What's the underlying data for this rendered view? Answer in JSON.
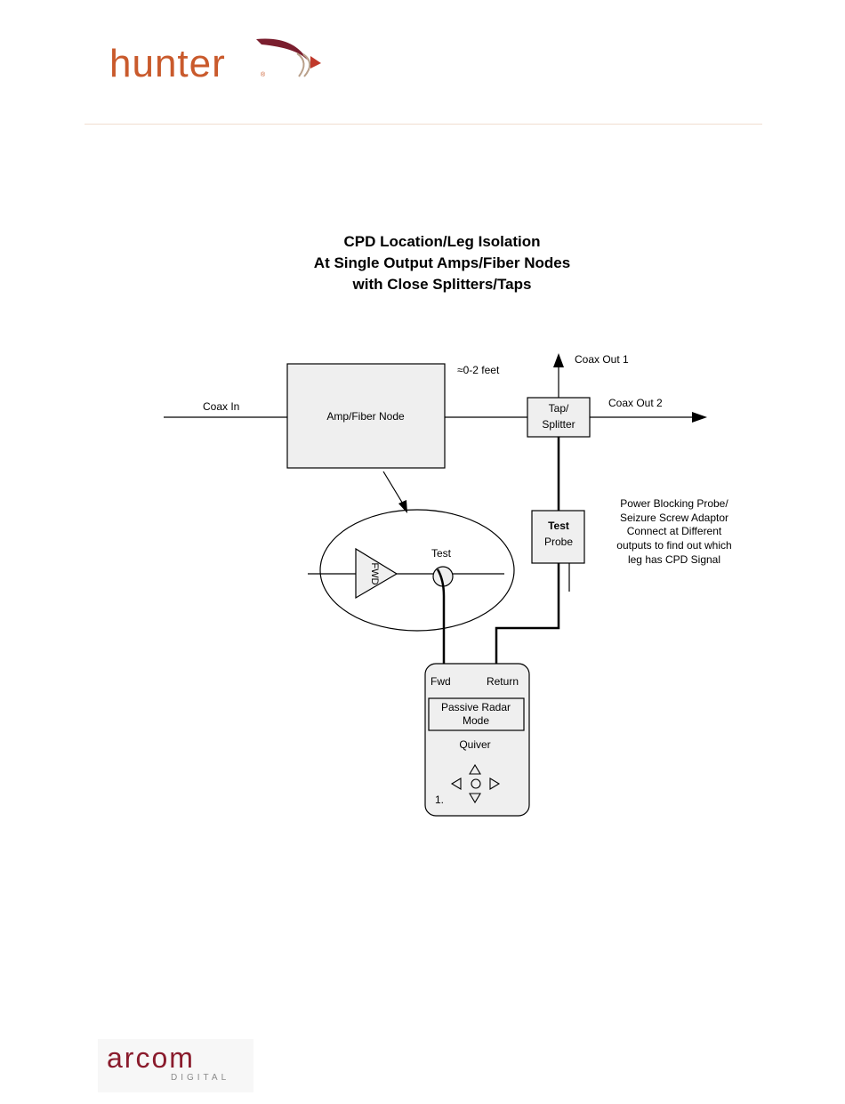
{
  "header": {
    "logo_text": "hunter",
    "logo_mark": "®",
    "brand_color": "#c95a2c",
    "swoosh_color": "#7a1e2e"
  },
  "title": {
    "line1": "CPD Location/Leg Isolation",
    "line2": "At Single Output Amps/Fiber Nodes",
    "line3": "with Close Splitters/Taps"
  },
  "diagram": {
    "coax_in": "Coax In",
    "amp_node": "Amp/Fiber Node",
    "distance": "≈0-2 feet",
    "coax_out_1": "Coax Out 1",
    "coax_out_2": "Coax Out 2",
    "tap_splitter_line1": "Tap/",
    "tap_splitter_line2": "Splitter",
    "test_probe_line1": "Test",
    "test_probe_line2": "Probe",
    "note_line1": "Power Blocking Probe/",
    "note_line2": "Seizure Screw Adaptor",
    "note_line3": "Connect at Different",
    "note_line4": "outputs to find out which",
    "note_line5": "leg has CPD Signal",
    "fwd_amp": "FWD",
    "test_point": "Test",
    "meter": {
      "fwd_port": "Fwd",
      "return_port": "Return",
      "mode_line1": "Passive Radar",
      "mode_line2": "Mode",
      "device_name": "Quiver",
      "index": "1."
    },
    "line_color": "#000000",
    "box_fill": "#efefef"
  },
  "footer": {
    "logo_text": "arcom",
    "logo_subtext": "DIGITAL",
    "brand_color": "#8a1b2c"
  }
}
